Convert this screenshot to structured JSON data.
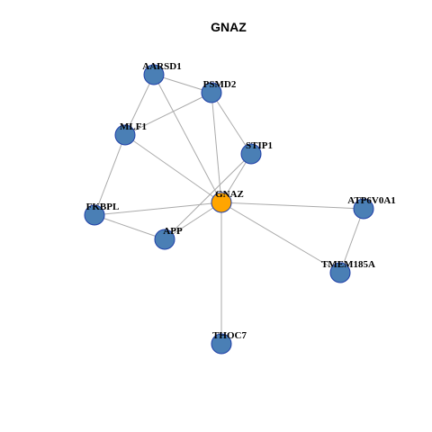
{
  "title": "GNAZ",
  "colors": {
    "node": "#4a7fb5",
    "center_node": "#ffa500",
    "node_border": "#1f3fa8",
    "edge": "#aaaaaa",
    "background": "#ffffff"
  },
  "nodes": [
    {
      "id": "GNAZ",
      "label": "GNAZ",
      "center": true
    },
    {
      "id": "AARSD1",
      "label": "AARSD1"
    },
    {
      "id": "PSMD2",
      "label": "PSMD2"
    },
    {
      "id": "MLF1",
      "label": "MLF1"
    },
    {
      "id": "STIP1",
      "label": "STIP1"
    },
    {
      "id": "FKBPL",
      "label": "FKBPL"
    },
    {
      "id": "APP",
      "label": "APP"
    },
    {
      "id": "ATP6V0A1",
      "label": "ATP6V0A1"
    },
    {
      "id": "TMEM185A",
      "label": "TMEM185A"
    },
    {
      "id": "THOC7",
      "label": "THOC7"
    }
  ],
  "edges": [
    [
      "GNAZ",
      "AARSD1"
    ],
    [
      "GNAZ",
      "PSMD2"
    ],
    [
      "GNAZ",
      "MLF1"
    ],
    [
      "GNAZ",
      "STIP1"
    ],
    [
      "GNAZ",
      "FKBPL"
    ],
    [
      "GNAZ",
      "APP"
    ],
    [
      "GNAZ",
      "ATP6V0A1"
    ],
    [
      "GNAZ",
      "TMEM185A"
    ],
    [
      "GNAZ",
      "THOC7"
    ],
    [
      "AARSD1",
      "PSMD2"
    ],
    [
      "AARSD1",
      "MLF1"
    ],
    [
      "PSMD2",
      "MLF1"
    ],
    [
      "PSMD2",
      "STIP1"
    ],
    [
      "MLF1",
      "FKBPL"
    ],
    [
      "FKBPL",
      "APP"
    ],
    [
      "APP",
      "STIP1"
    ],
    [
      "ATP6V0A1",
      "TMEM185A"
    ]
  ]
}
